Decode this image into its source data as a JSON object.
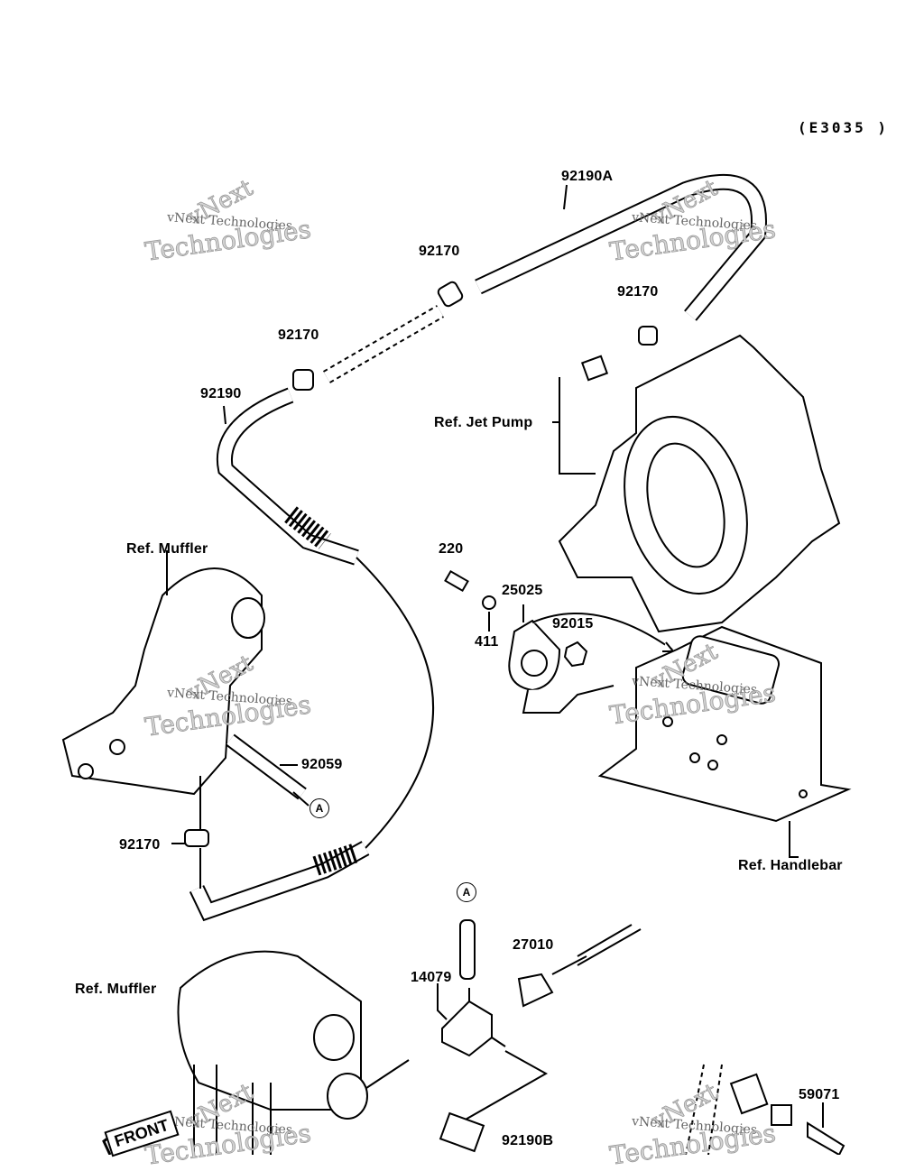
{
  "diagram_code": "(E3035 )",
  "watermark": {
    "line1": "vNext",
    "line2": "vNext Technologies",
    "line3": "Technologies"
  },
  "labels": {
    "hose_92190A": "92190A",
    "clamp_top": "92170",
    "clamp_right": "92170",
    "clamp_left": "92170",
    "hose_92190": "92190",
    "ref_jet_pump": "Ref. Jet Pump",
    "ref_muffler_upper": "Ref. Muffler",
    "bolt_220": "220",
    "part_25025": "25025",
    "washer_411": "411",
    "nut_92015": "92015",
    "hose_92059": "92059",
    "clamp_lower": "92170",
    "ref_handlebar": "Ref. Handlebar",
    "part_14079": "14079",
    "part_27010": "27010",
    "ref_muffler_lower": "Ref. Muffler",
    "hose_92190B": "92190B",
    "fitting_59071": "59071",
    "marker_a": "A",
    "front": "FRONT"
  }
}
